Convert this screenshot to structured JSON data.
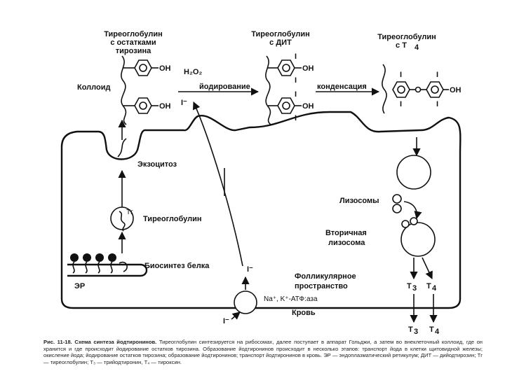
{
  "labels": {
    "tg_tyrosine": [
      "Тиреоглобулин",
      "с остатками",
      "тирозина"
    ],
    "tg_dit": [
      "Тиреоглобулин",
      "с ДИТ"
    ],
    "tg_t4": [
      "Тиреоглобулин",
      "с T",
      "4"
    ],
    "colloid": "Коллоид",
    "h2o2": "H₂O₂",
    "iodination": "йодирование",
    "condensation": "конденсация",
    "oh": "OH",
    "iodine": "I",
    "iodine_minus": "I⁻",
    "exocytosis": "Экзоцитоз",
    "thyroglobulin": "Тиреоглобулин",
    "tg_abbr": "Tг",
    "lysosomes": "Лизосомы",
    "secondary_lysosome": [
      "Вторичная",
      "лизосома"
    ],
    "protein_biosynthesis": "Биосинтез белка",
    "er": "ЭР",
    "follicular_space": [
      "Фолликулярное",
      "пространство"
    ],
    "atpase": "Na⁺, K⁺-АТФ:аза",
    "blood": "Кровь",
    "t3": "T",
    "t3_sub": "3",
    "t4": "T",
    "t4_sub": "4"
  },
  "caption": {
    "title": "Рис. 11-18. Схема синтеза йодтиронинов.",
    "text": "Тиреоглобулин синтезируется на рибосомах, далее поступает в аппарат Гольджи, а затем во внеклеточный коллоид, где он хранится и где происходит йодирование остатков тирозина. Образование йодтиронинов происходит в несколько этапов: транспорт йода в клетки щитовидной железы; окисление йода; йодирование остатков тирозина; образование йодтиронинов; транспорт йодтиронинов в кровь. ЭР — эндоплазматический ретикулум; ДИТ — дийодтирозин; Тг — тиреоглобулин; T₃ — трийодтиронин, T₄ — тироксин."
  }
}
